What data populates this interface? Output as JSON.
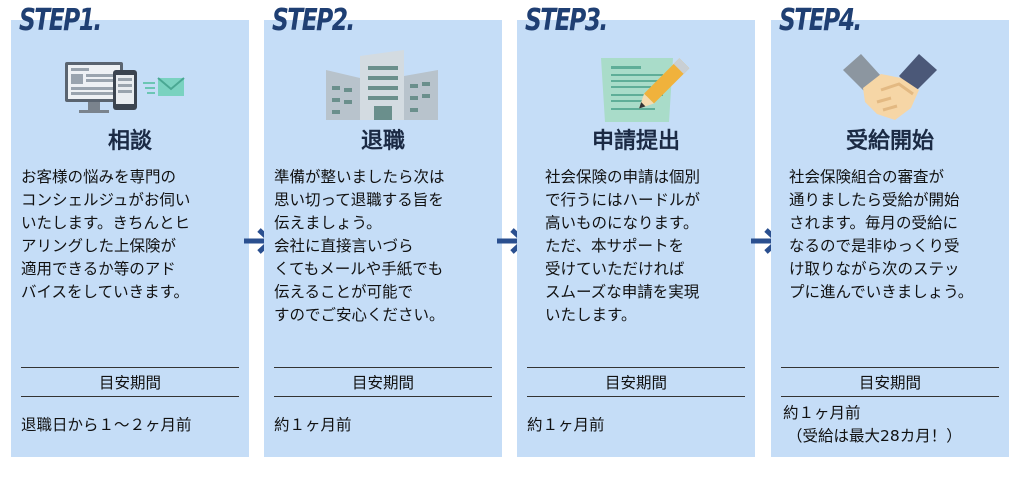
{
  "steps": [
    {
      "label": "STEP1.",
      "title": "相談",
      "icon": "devices-mail-icon",
      "desc": [
        "お客様の悩みを専門の",
        "コンシェルジュがお伺い",
        "いたします。きちんとヒ",
        "アリングした上保険が",
        "適用できるか等のアド",
        "バイスをしていきます。"
      ],
      "period_label": "目安期間",
      "period_value": [
        "退職日から１～２ヶ月前"
      ]
    },
    {
      "label": "STEP2.",
      "title": "退職",
      "icon": "office-buildings-icon",
      "desc": [
        "準備が整いましたら次は",
        "思い切って退職する旨を",
        "伝えましょう。",
        "会社に直接言いづら",
        "くてもメールや手紙でも",
        "伝えることが可能で",
        "すのでご安心ください。"
      ],
      "period_label": "目安期間",
      "period_value": [
        "約１ヶ月前"
      ]
    },
    {
      "label": "STEP3.",
      "title": "申請提出",
      "icon": "document-pencil-icon",
      "desc": [
        "社会保険の申請は個別",
        "で行うにはハードルが",
        "高いものになります。",
        "ただ、本サポートを",
        "受けていただければ",
        "スムーズな申請を実現",
        "いたします。"
      ],
      "period_label": "目安期間",
      "period_value": [
        "約１ヶ月前"
      ]
    },
    {
      "label": "STEP4.",
      "title": "受給開始",
      "icon": "handshake-icon",
      "desc": [
        "社会保険組合の審査が",
        "通りましたら受給が開始",
        "されます。毎月の受給に",
        "なるので是非ゆっくり受",
        "け取りながら次のステッ",
        "プに進んでいきましょう。"
      ],
      "period_label": "目安期間",
      "period_value": [
        "約１ヶ月前",
        "（受給は最大28カ月！）"
      ]
    }
  ],
  "colors": {
    "card_bg": "#c5ddf7",
    "step_label": "#1f3f73",
    "arrow": "#2a4f8f"
  }
}
